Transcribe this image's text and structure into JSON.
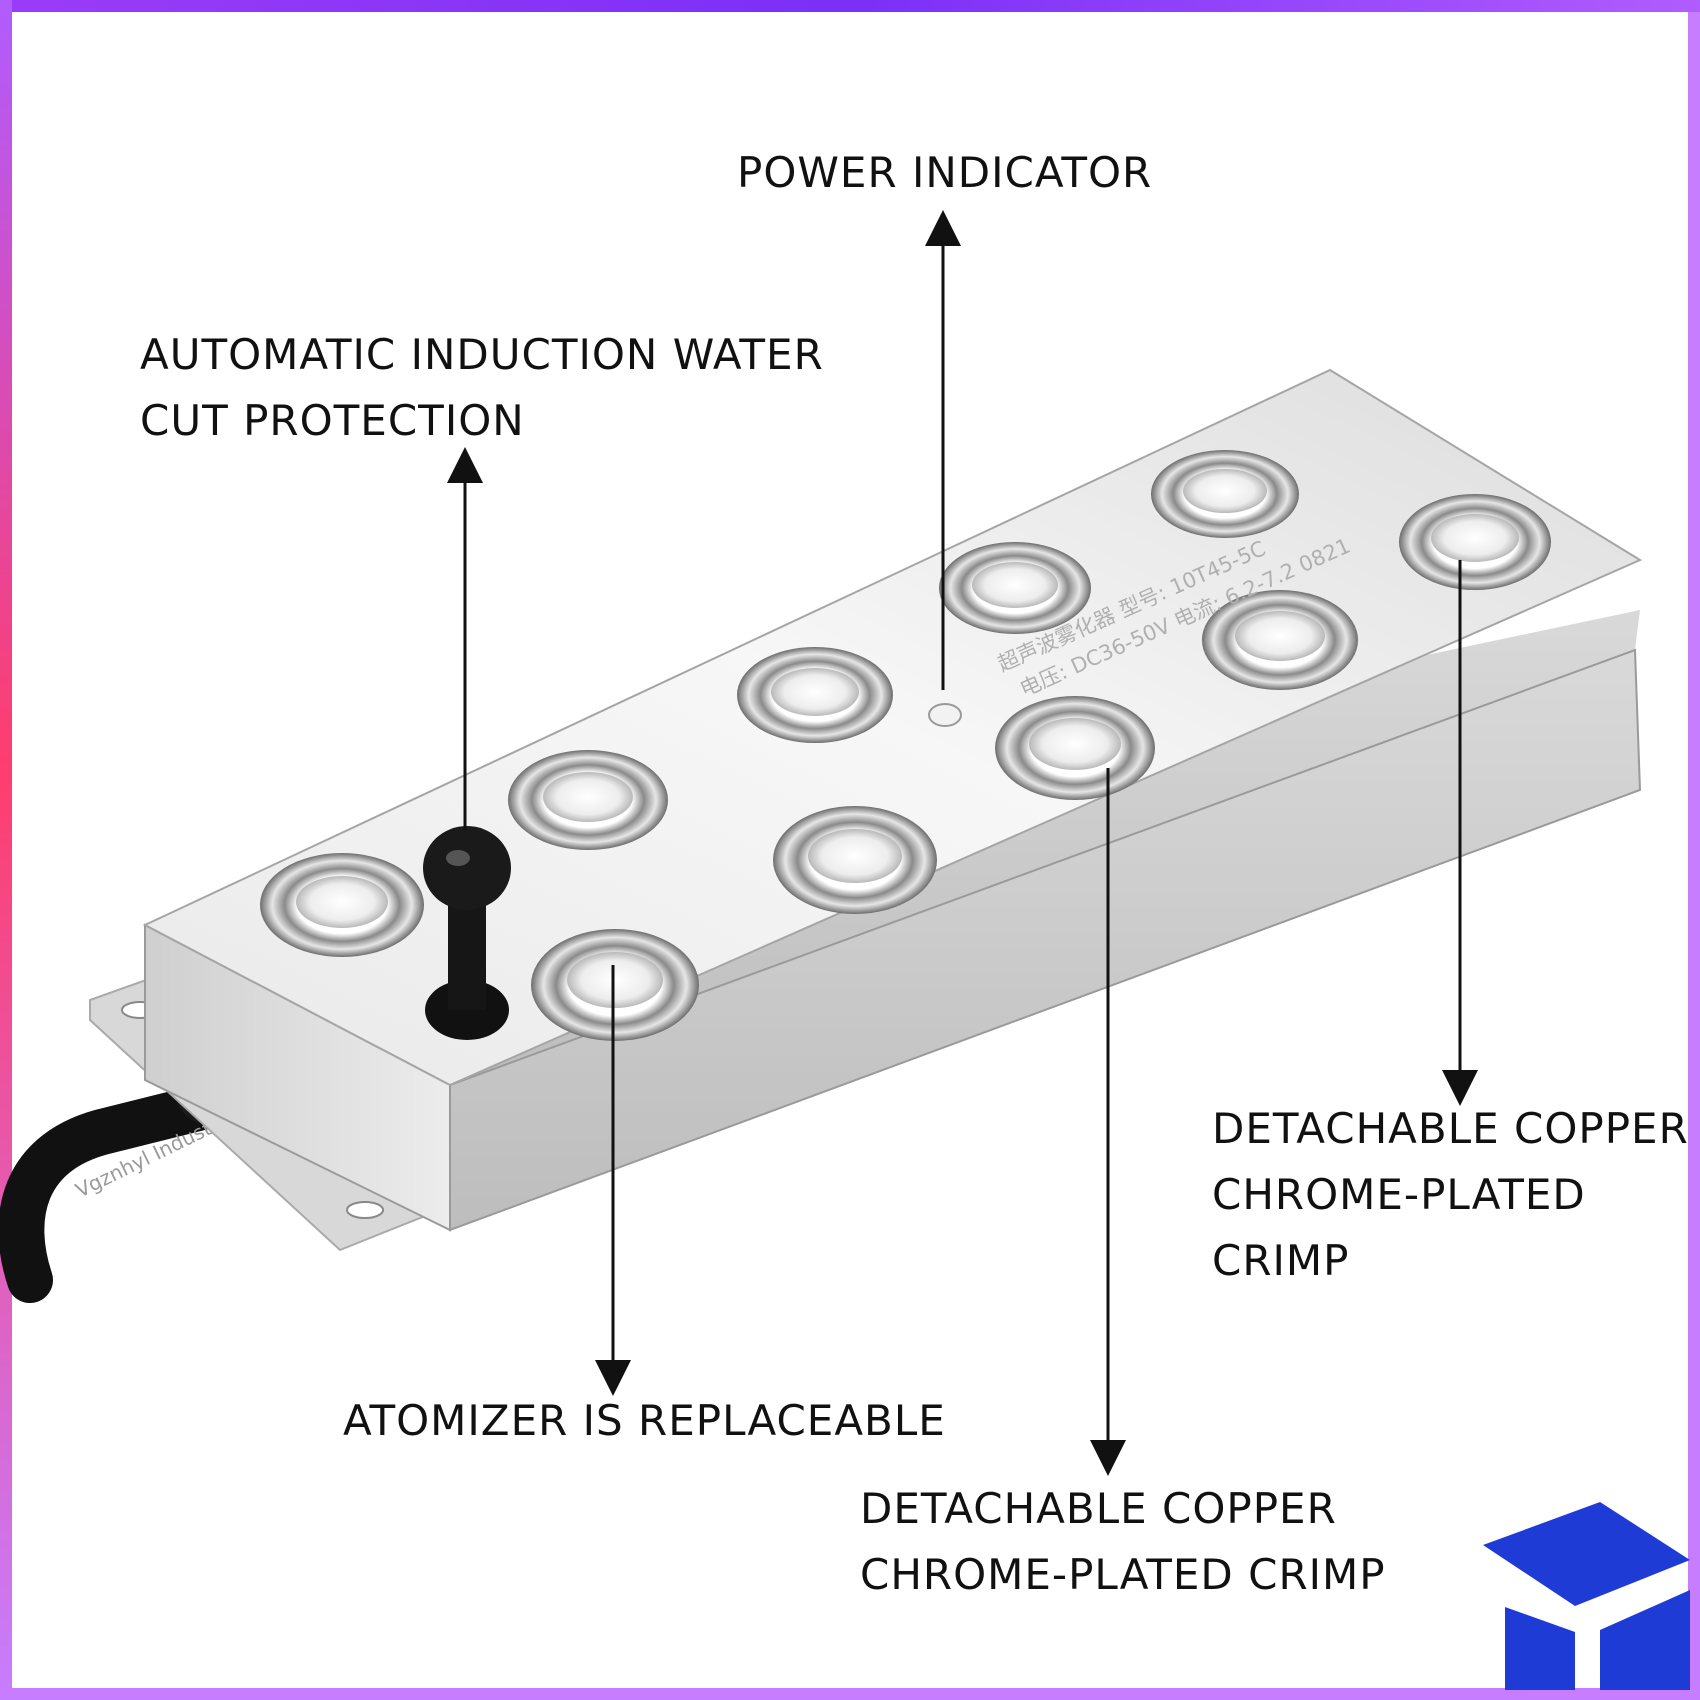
{
  "labels": {
    "power_indicator": "POWER INDICATOR",
    "water_cut": "AUTOMATIC INDUCTION WATER\nCUT PROTECTION",
    "atomizer": "ATOMIZER IS REPLACEABLE",
    "crimp_right": "DETACHABLE COPPER\nCHROME-PLATED\nCRIMP",
    "crimp_bottom": "DETACHABLE COPPER\nCHROME-PLATED CRIMP"
  },
  "device_print": {
    "line1": "超声波雾化器 型号: 10T45-5C",
    "line2": "电压: DC36-50V 电流: 6.2-7.2 0821"
  },
  "cable_print": "Vgznhyl Industrial C",
  "colors": {
    "frame": "#c77dff",
    "logo": "#1f3bd6",
    "text": "#111111"
  },
  "logo_icon": "box-icon"
}
